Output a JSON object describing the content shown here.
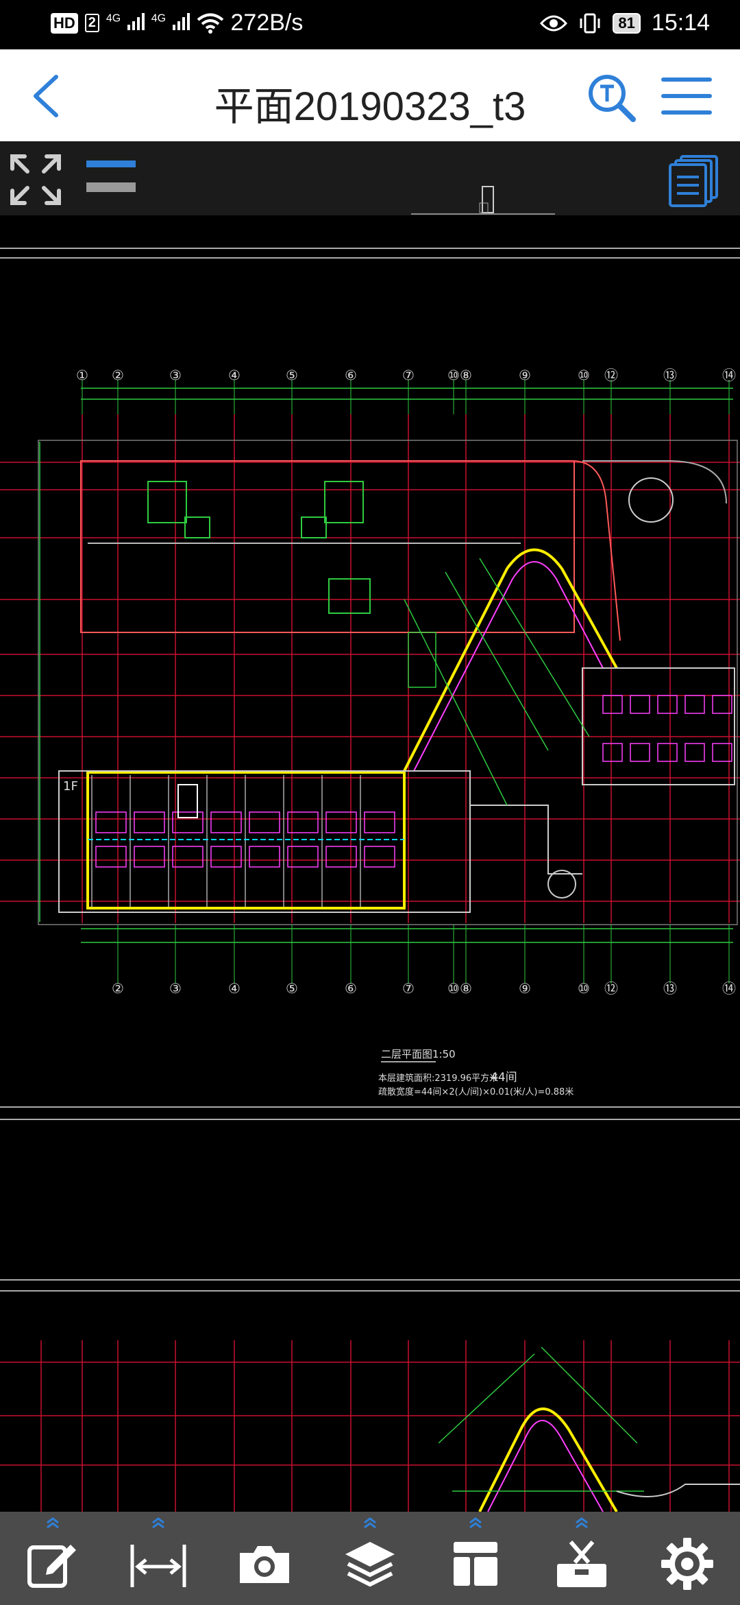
{
  "status_bar": {
    "hd_label": "HD",
    "sim_label": "2",
    "network_1": "4G",
    "network_2": "4G",
    "speed": "272B/s",
    "battery": "81",
    "time": "15:14"
  },
  "title_bar": {
    "title": "平面20190323_t3"
  },
  "drawing": {
    "plan_title": "二层平面图1:50",
    "area_text": "本层建筑面积:2319.96平方米",
    "rooms_text": "44间",
    "egress_text": "疏散宽度=44间×2(人/间)×0.01(米/人)=0.88米",
    "grid_labels_top": [
      "①",
      "②",
      "③",
      "④",
      "⑤",
      "⑥",
      "⑦",
      "⑩",
      "⑧",
      "⑨",
      "⑩",
      "⑫",
      "⑬",
      "⑭"
    ],
    "grid_labels_bottom": [
      "②",
      "③",
      "④",
      "⑤",
      "⑥",
      "⑦",
      "⑩",
      "⑧",
      "⑨",
      "⑩",
      "⑫",
      "⑬",
      "⑭"
    ],
    "floor_tag": "1F"
  },
  "bottom_tools": [
    {
      "name": "edit-tool",
      "icon": "edit-icon"
    },
    {
      "name": "measure-tool",
      "icon": "measure-icon"
    },
    {
      "name": "camera-tool",
      "icon": "camera-icon"
    },
    {
      "name": "layers-tool",
      "icon": "layers-icon"
    },
    {
      "name": "layout-tool",
      "icon": "layout-icon"
    },
    {
      "name": "toolbox-tool",
      "icon": "toolbox-icon"
    },
    {
      "name": "settings-tool",
      "icon": "gear-icon"
    }
  ],
  "colors": {
    "accent": "#2f80d8",
    "grid_red": "#c8102e",
    "cad_green": "#2ecc40",
    "cad_yellow": "#ffee00",
    "cad_magenta": "#ff40ff",
    "cad_cyan": "#00d8ff"
  }
}
